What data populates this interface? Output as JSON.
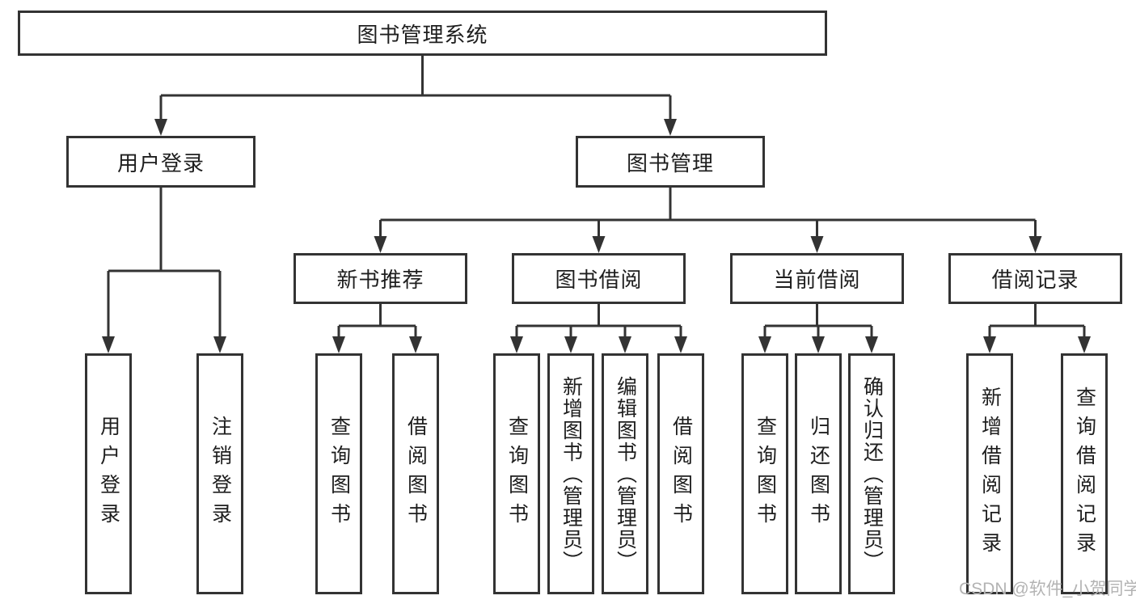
{
  "diagram": {
    "title": "图书管理系统",
    "root": {
      "label": "图书管理系统"
    },
    "branches": [
      {
        "label": "用户登录",
        "children": [
          {
            "label": "用户登录"
          },
          {
            "label": "注销登录"
          }
        ]
      },
      {
        "label": "图书管理",
        "children": [
          {
            "label": "新书推荐",
            "children": [
              {
                "label": "查询图书"
              },
              {
                "label": "借阅图书"
              }
            ]
          },
          {
            "label": "图书借阅",
            "children": [
              {
                "label": "查询图书"
              },
              {
                "label": "新增图书（管理员）"
              },
              {
                "label": "编辑图书（管理员）"
              },
              {
                "label": "借阅图书"
              }
            ]
          },
          {
            "label": "当前借阅",
            "children": [
              {
                "label": "查询图书"
              },
              {
                "label": "归还图书"
              },
              {
                "label": "确认归还（管理员）"
              }
            ]
          },
          {
            "label": "借阅记录",
            "children": [
              {
                "label": "新增借阅记录"
              },
              {
                "label": "查询借阅记录"
              }
            ]
          }
        ]
      }
    ]
  },
  "watermark": {
    "text": "CSDN @软件_小贺同学"
  },
  "colors": {
    "line": "#333333",
    "text": "#1e1e1e",
    "background": "#ffffff",
    "watermark": "#b3b3b3"
  }
}
